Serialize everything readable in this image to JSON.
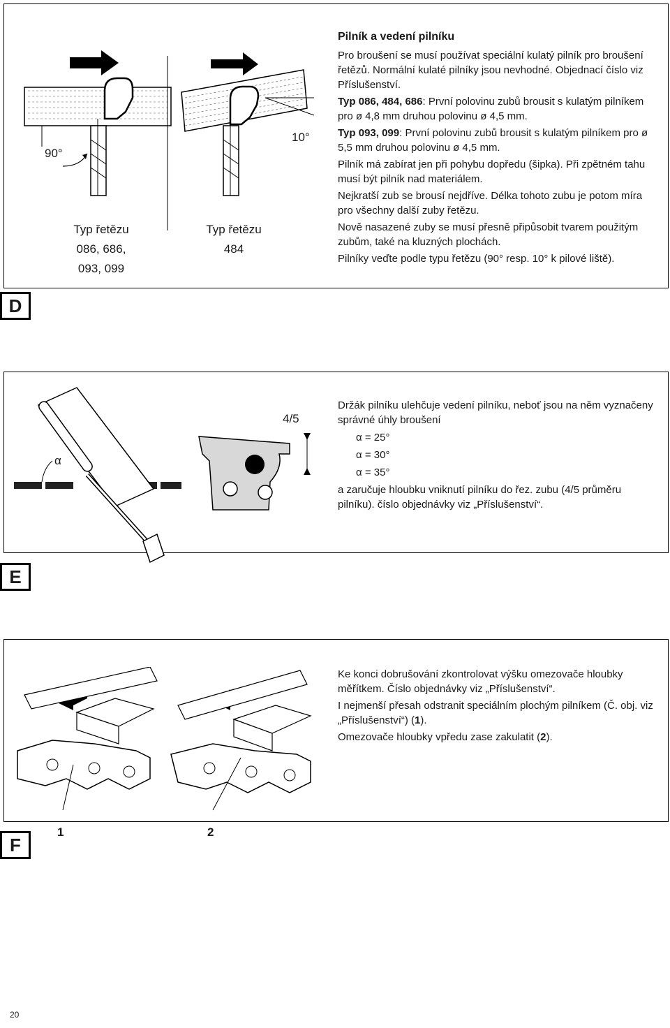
{
  "section_d": {
    "title": "Pilník a vedení pilníku",
    "p1": "Pro broušení se musí používat speciální kulatý pilník pro broušení řetězů. Normální kulaté pilníky jsou nevhodné. Objednací číslo viz Příslušenství.",
    "p2_bold": "Typ 086, 484, 686",
    "p2_rest": ": První polovinu zubů brousit s kulatým pilníkem pro ø 4,8 mm druhou polovinu ø 4,5 mm.",
    "p3_bold": "Typ 093, 099",
    "p3_rest": ": První polovinu zubů brousit s kulatým pilníkem pro ø 5,5 mm druhou polovinu ø 4,5 mm.",
    "p4": "Pilník má zabírat jen při pohybu dopředu (šipka). Při zpětném tahu musí být pilník nad materiálem.",
    "p5": "Nejkratší zub se brousí nejdříve. Délka tohoto zubu je potom míra pro všechny další zuby řetězu.",
    "p6": "Nově nasazené zuby se musí přesně připůsobit tvarem použitým zubům, také na kluzných plochách.",
    "p7": "Pilníky veďte podle typu řetězu (90° resp. 10° k pilové liště).",
    "angle_90": "90°",
    "angle_10": "10°",
    "label_left_1": "Typ řetězu",
    "label_left_2": "086, 686,",
    "label_left_3": "093, 099",
    "label_right_1": "Typ řetězu",
    "label_right_2": "484",
    "tag": "D"
  },
  "section_e": {
    "p1": "Držák pilníku ulehčuje vedení pilníku, neboť jsou na něm vyznačeny správné úhly broušení",
    "alpha1": "α = 25°",
    "alpha2": "α = 30°",
    "alpha3": "α = 35°",
    "p2": "a zaručuje hloubku vniknutí pilníku do řez. zubu (4/5 průměru pilníku). číslo objednávky viz „Příslušenství“.",
    "fraction": "4/5",
    "alpha_symbol": "α",
    "tag": "E"
  },
  "section_f": {
    "p1": "Ke konci dobrušování zkontrolovat výšku omezovače hloubky měřítkem. Číslo objednávky viz „Příslušenství“.",
    "p2_a": "I nejmenší přesah odstranit speciálním plochým pilníkem (Č. obj. viz „Příslušenství“) (",
    "p2_b": "1",
    "p2_c": ").",
    "p3_a": "Omezovače hloubky vpředu zase zakulatit (",
    "p3_b": "2",
    "p3_c": ").",
    "callout1": "1",
    "callout2": "2",
    "tag": "F"
  },
  "page_number": "20"
}
